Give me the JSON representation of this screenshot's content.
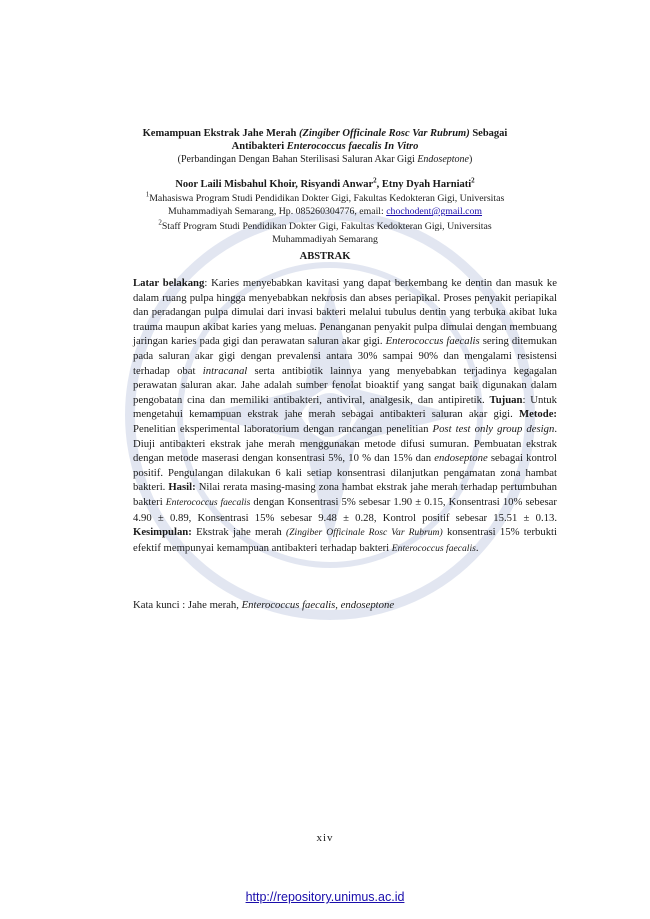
{
  "title": {
    "part1": "Kemampuan Ekstrak Jahe Merah ",
    "species": "(Zingiber Officinale Rosc Var Rubrum)",
    "part2": " Sebagai",
    "line2a": "Antibakteri ",
    "bacteria": "Enterococcus faecalis In Vitro"
  },
  "subtitle": {
    "text": "(Perbandingan Dengan Bahan Sterilisasi Saluran Akar Gigi ",
    "italic": "Endoseptone",
    "close": ")"
  },
  "authors": {
    "a1": "Noor Laili Misbahul Khoir, Risyandi Anwar",
    "a1_sup": "2",
    "a2": ", Etny Dyah Harniati",
    "a2_sup": "2"
  },
  "affiliations": {
    "aff1_sup": "1",
    "aff1_line1": "Mahasiswa Program Studi Pendidikan Dokter Gigi, Fakultas Kedokteran Gigi, Universitas",
    "aff1_line2": "Muhammadiyah Semarang, Hp. 085260304776, email: ",
    "email": "chochodent@gmail.com",
    "aff2_sup": "2",
    "aff2_line1": "Staff Program Studi Pendidikan Dokter Gigi, Fakultas Kedokteran Gigi, Universitas",
    "aff2_line2": "Muhammadiyah Semarang"
  },
  "abstract_heading": "ABSTRAK",
  "abstract": {
    "latar_label": "Latar belakang",
    "latar_text1": ": Karies menyebabkan kavitasi yang dapat berkembang ke dentin dan masuk ke dalam ruang pulpa hingga menyebabkan nekrosis dan abses periapikal. Proses penyakit periapikal dan peradangan pulpa dimulai dari invasi bakteri melalui tubulus dentin yang terbuka akibat luka trauma maupun akibat karies yang meluas. Penanganan penyakit pulpa dimulai dengan membuang jaringan karies pada gigi dan perawatan saluran akar gigi. ",
    "latar_italic1": "Enterococcus faecalis",
    "latar_text2": " sering ditemukan pada saluran akar gigi dengan prevalensi antara 30% sampai 90% dan mengalami resistensi terhadap obat ",
    "latar_italic2": "intracanal",
    "latar_text3": " serta antibiotik lainnya yang menyebabkan terjadinya kegagalan perawatan saluran akar. Jahe adalah sumber fenolat bioaktif yang sangat baik digunakan dalam pengobatan cina dan memiliki antibakteri, antiviral, analgesik, dan antipiretik. ",
    "tujuan_label": "Tujuan",
    "tujuan_text": ": Untuk mengetahui kemampuan ekstrak jahe merah sebagai antibakteri saluran akar gigi. ",
    "metode_label": "Metode:",
    "metode_text1": " Penelitian eksperimental laboratorium dengan rancangan penelitian ",
    "metode_italic1": "Post test only group design",
    "metode_text2": ". Diuji antibakteri ekstrak jahe merah menggunakan metode difusi sumuran. Pembuatan ekstrak dengan metode maserasi dengan konsentrasi 5%, 10 % dan 15% dan ",
    "metode_italic2": "endoseptone",
    "metode_text3": " sebagai kontrol positif. Pengulangan dilakukan 6 kali setiap konsentrasi dilanjutkan pengamatan zona hambat bakteri. ",
    "hasil_label": "Hasil:",
    "hasil_text1": " Nilai rerata masing-masing zona hambat ekstrak jahe merah terhadap pertumbuhan bakteri ",
    "hasil_italic": "Enterococcus faecalis",
    "hasil_text2": " dengan Konsentrasi 5% sebesar 1.90 ± 0.15, Konsentrasi 10% sebesar 4.90 ± 0.89, Konsentrasi 15% sebesar 9.48 ± 0.28, Kontrol positif  sebesar 15.51 ± 0.13. ",
    "kesimpulan_label": "Kesimpulan:",
    "kesimpulan_text1": " Ekstrak jahe merah ",
    "kesimpulan_italic1": "(Zingiber Officinale Rosc Var Rubrum)",
    "kesimpulan_text2": " konsentrasi 15% terbukti efektif mempunyai kemampuan antibakteri terhadap bakteri ",
    "kesimpulan_italic2": "Enterococcus faecalis",
    "kesimpulan_text3": "."
  },
  "keywords": {
    "label": "Kata kunci : Jahe merah, ",
    "italic": "Enterococcus faecalis, endoseptone"
  },
  "page_number": "xiv",
  "repository_link": "http://repository.unimus.ac.id",
  "colors": {
    "link": "#1a0dab",
    "text": "#1a1a1a",
    "watermark": "#2a4a9a"
  }
}
